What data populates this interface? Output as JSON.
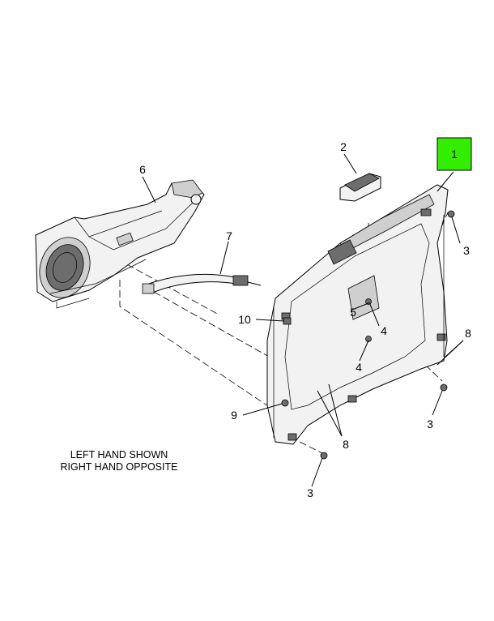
{
  "callouts": {
    "c1": "1",
    "c2": "2",
    "c3a": "3",
    "c3b": "3",
    "c3c": "3",
    "c4a": "4",
    "c4b": "4",
    "c5": "5",
    "c6": "6",
    "c7": "7",
    "c8a": "8",
    "c8b": "8",
    "c9": "9",
    "c10": "10"
  },
  "note": {
    "line1": "LEFT HAND SHOWN",
    "line2": "RIGHT HAND OPPOSITE"
  },
  "colors": {
    "highlight": "#33ee00",
    "ink": "#000000",
    "background": "#ffffff"
  }
}
